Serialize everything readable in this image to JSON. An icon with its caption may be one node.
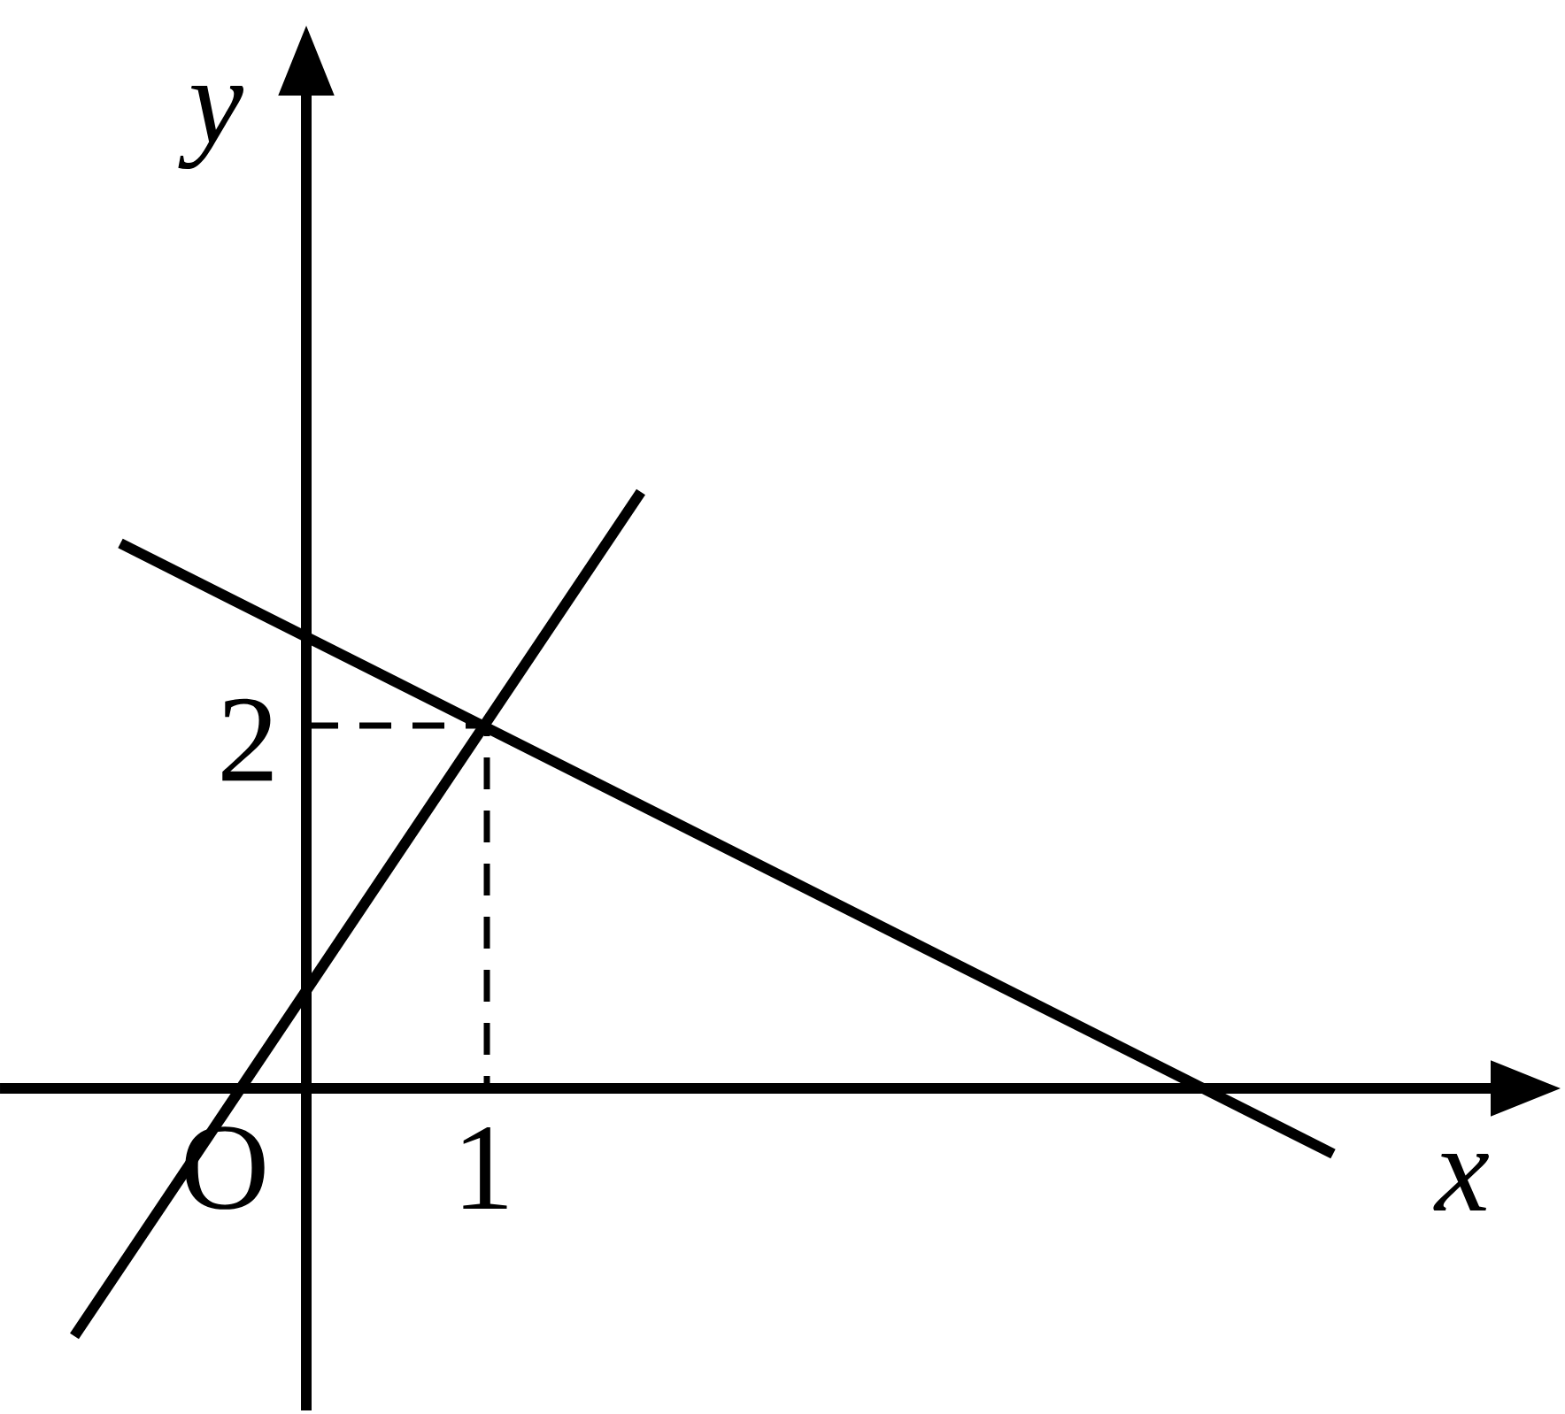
{
  "diagram": {
    "labels": [
      "y",
      "2",
      "O",
      "1",
      "x"
    ]
  }
}
